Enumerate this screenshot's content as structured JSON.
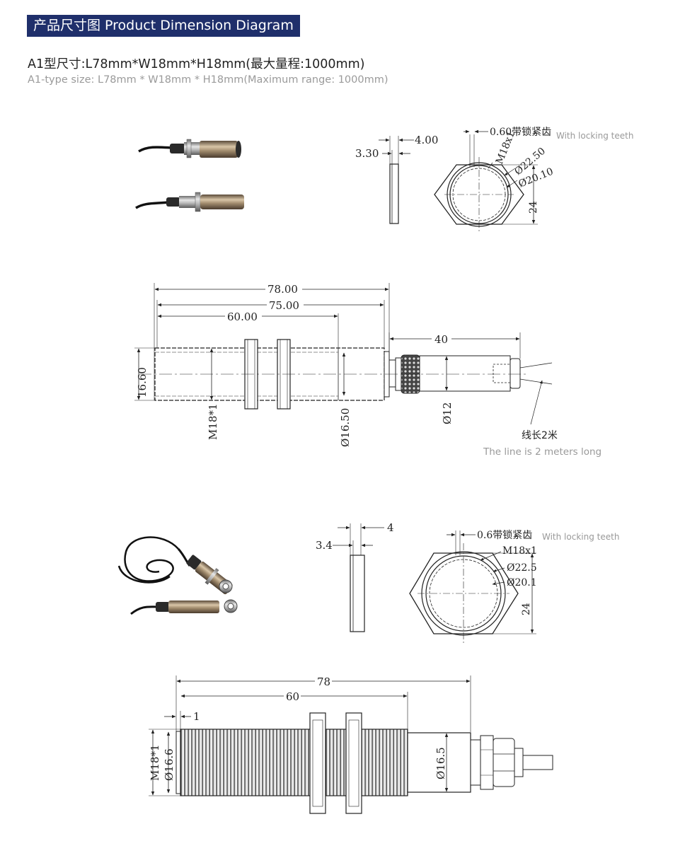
{
  "header": {
    "title": "产品尺寸图 Product Dimension Diagram"
  },
  "spec": {
    "size_cn": "A1型尺寸:L78mm*W18mm*H18mm(最大量程:1000mm)",
    "size_en": "A1-type size: L78mm * W18mm * H18mm(Maximum range: 1000mm)"
  },
  "nut1": {
    "thick_outer": "4.00",
    "thick_inner": "3.30",
    "teeth_cn": "0.60带锁紧齿",
    "teeth_en": "With locking teeth",
    "thread": "M18x1",
    "d_outer": "Ø22.50",
    "d_inner": "Ø20.10",
    "width": "24"
  },
  "body1": {
    "len_total": "78.00",
    "len_b": "75.00",
    "len_thread": "60.00",
    "cable_len": "40",
    "dia_left": "16.60",
    "thread": "M18*1",
    "dia_body": "Ø16.50",
    "dia_cable": "Ø12",
    "wire_cn": "线长2米",
    "wire_en": "The line is 2 meters long"
  },
  "nut2": {
    "thick_outer": "4",
    "thick_inner": "3.4",
    "teeth_cn": "0.6带锁紧齿",
    "teeth_en": "With locking teeth",
    "thread": "M18x1",
    "d_outer": "Ø22.5",
    "d_inner": "Ø20.1",
    "width": "24"
  },
  "body2": {
    "len_total": "78",
    "len_thread": "60",
    "len_tip": "1",
    "thread": "M18*1",
    "dia_left": "Ø16.6",
    "dia_body": "Ø16.5"
  }
}
